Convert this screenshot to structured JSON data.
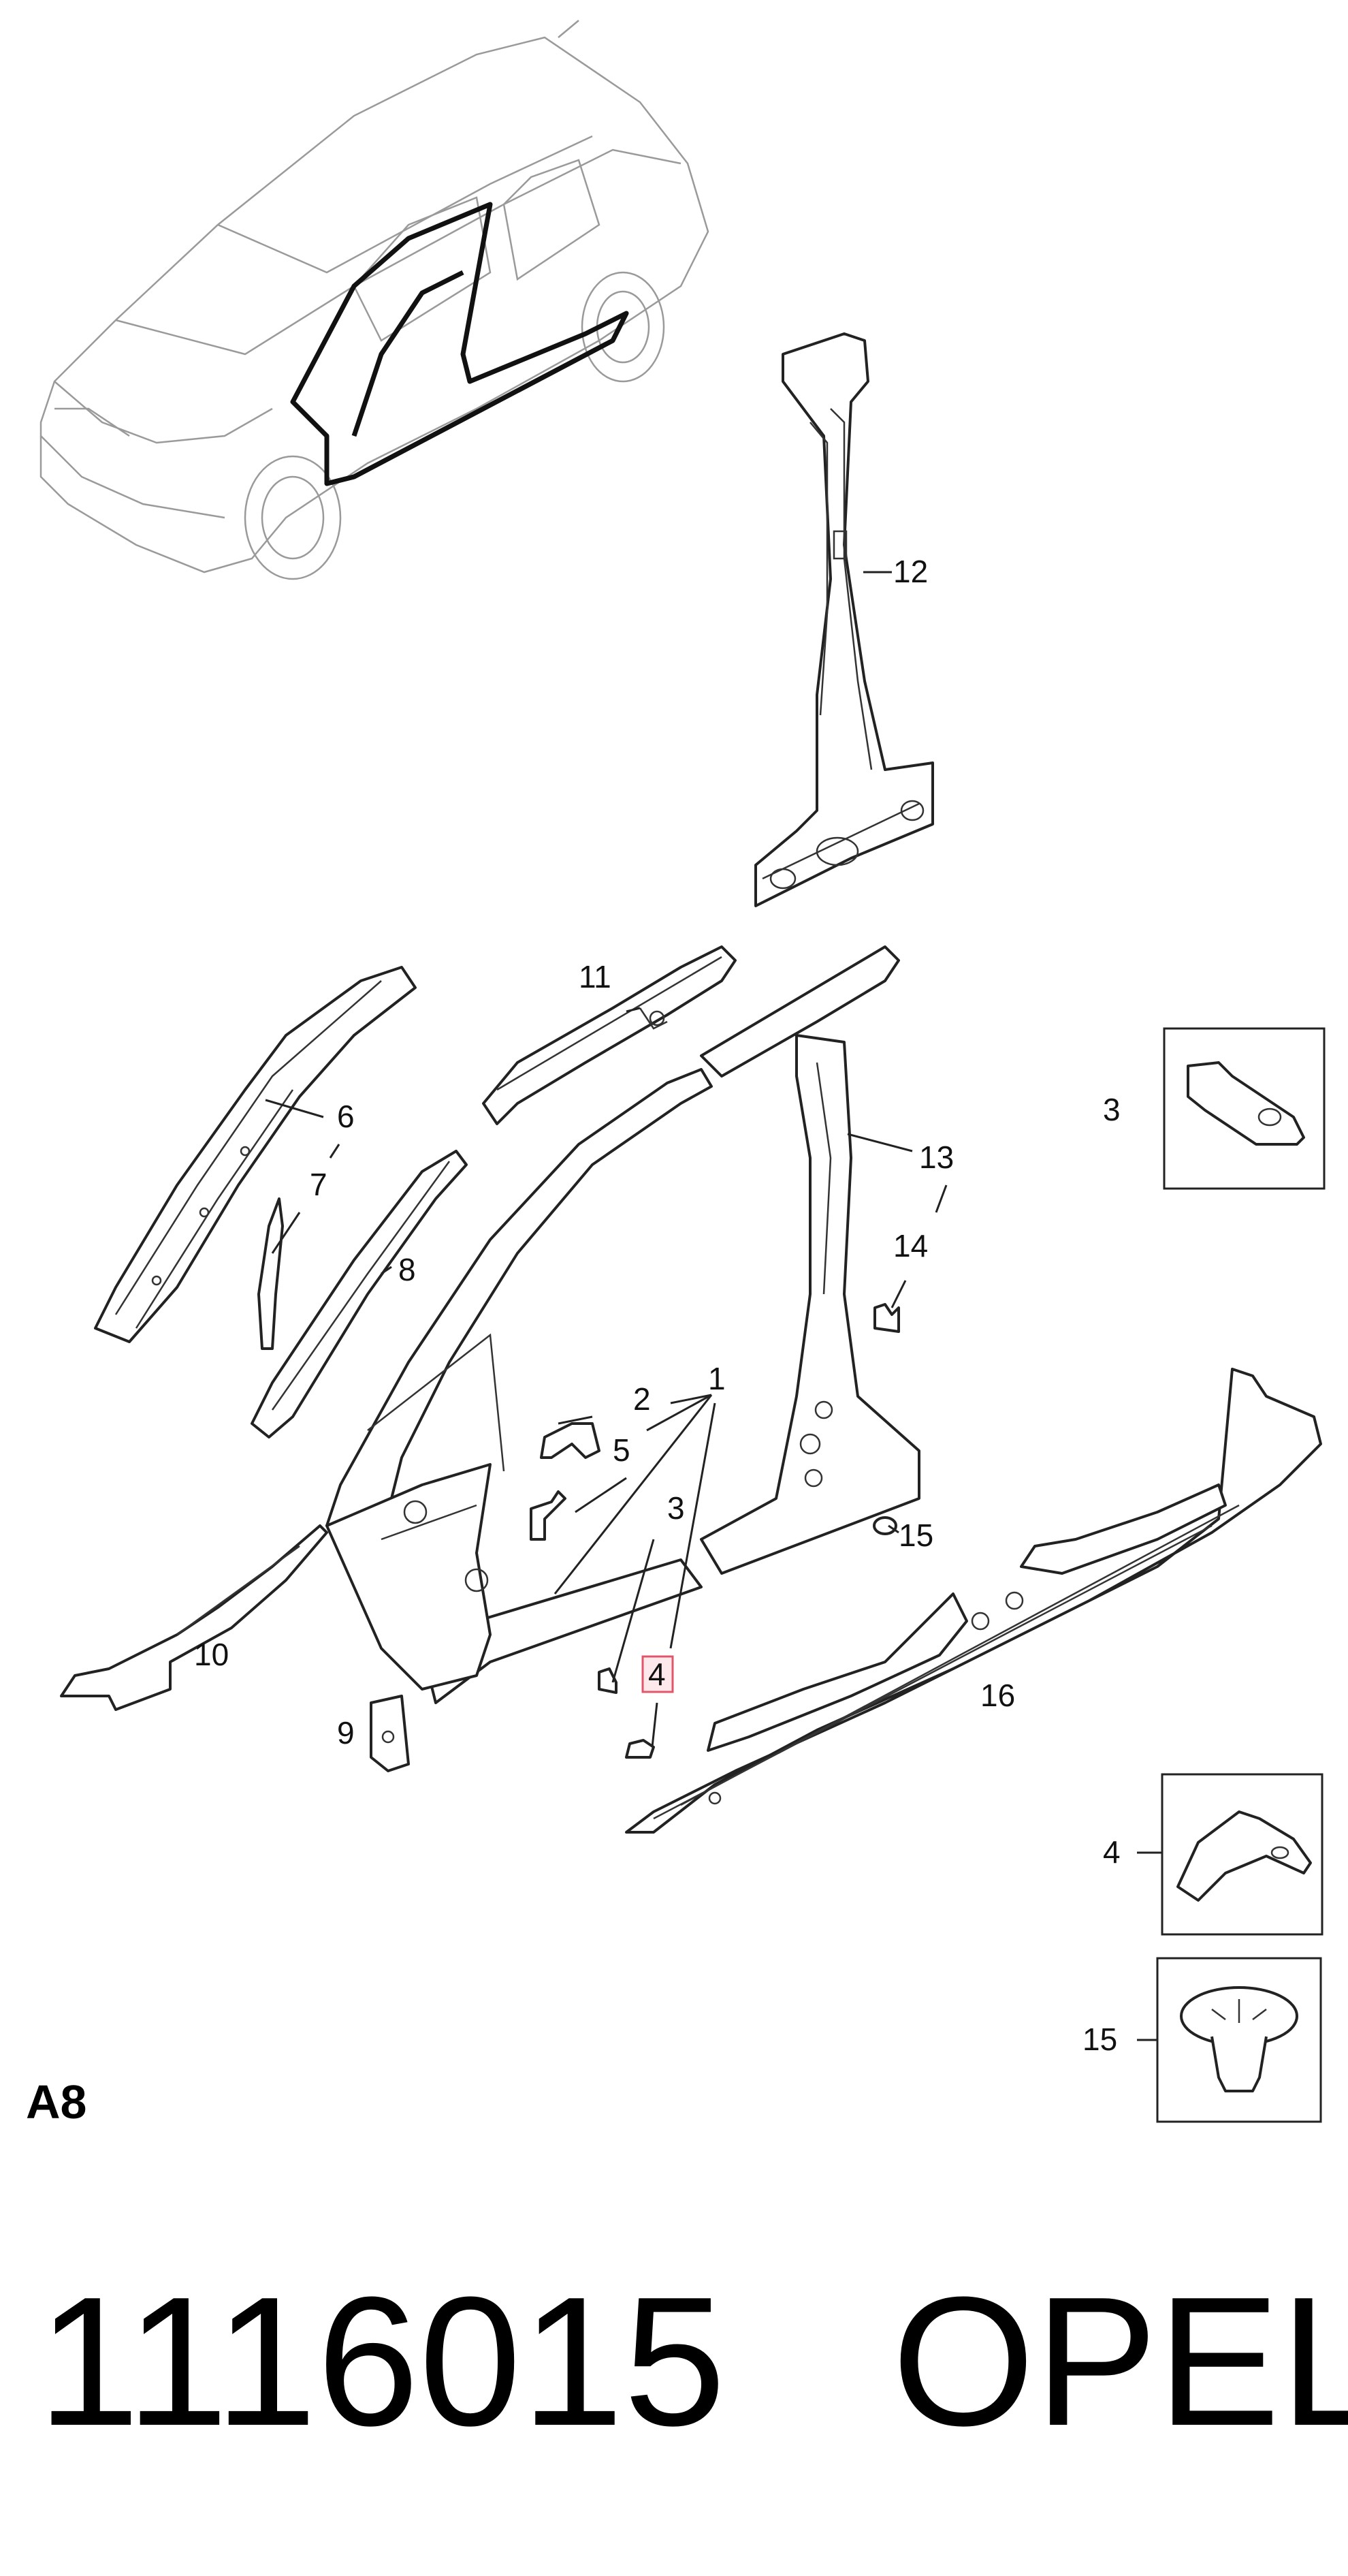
{
  "sheet_id": "A8",
  "part_number": "1116015",
  "brand": "OPEL",
  "highlighted_callout": "4",
  "callouts": {
    "c1": "1",
    "c2": "2",
    "c3": "3",
    "c4": "4",
    "c5": "5",
    "c6": "6",
    "c7": "7",
    "c8": "8",
    "c9": "9",
    "c10": "10",
    "c11": "11",
    "c12": "12",
    "c13": "13",
    "c14": "14",
    "c15": "15",
    "c16": "16"
  },
  "insets": [
    {
      "label": "3"
    },
    {
      "label": "4"
    },
    {
      "label": "15"
    }
  ],
  "colors": {
    "highlight_stroke": "#e0566a",
    "highlight_fill": "#fde8ec",
    "linework": "#222222",
    "car_outline": "#9a9a9a"
  }
}
